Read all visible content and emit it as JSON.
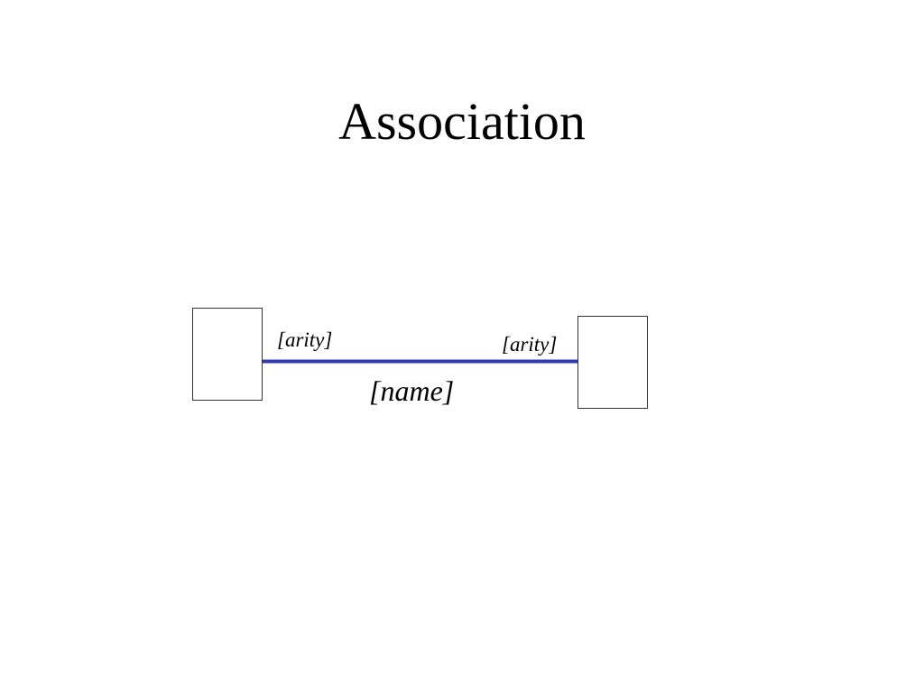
{
  "slide": {
    "title": "Association"
  },
  "diagram": {
    "left_class_label": "",
    "right_class_label": "",
    "association": {
      "name": "[name]",
      "left_arity": "[arity]",
      "right_arity": "[arity]",
      "line_color": "#3339b0"
    }
  }
}
